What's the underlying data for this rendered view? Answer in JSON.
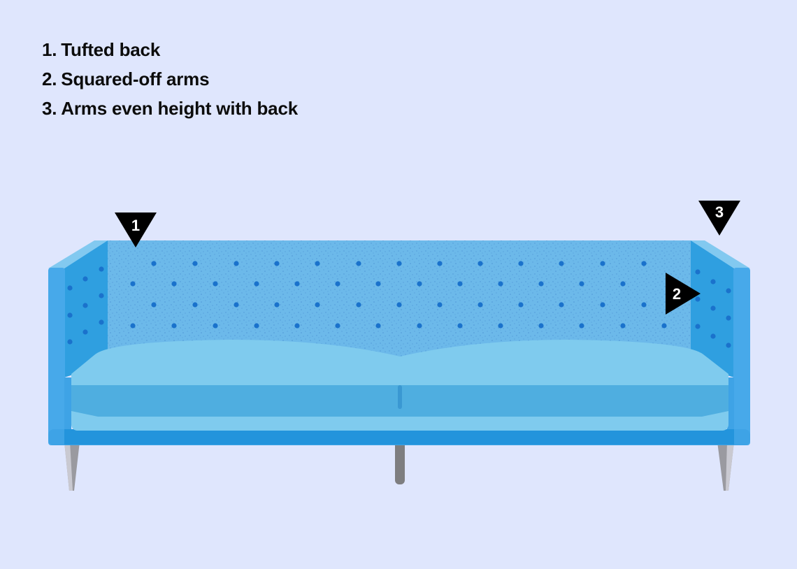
{
  "legend": [
    {
      "number": "1.",
      "label": "Tufted back"
    },
    {
      "number": "2.",
      "label": "Squared-off arms"
    },
    {
      "number": "3.",
      "label": "Arms even height with back"
    }
  ],
  "markers": [
    {
      "label": "1",
      "feature": "Tufted back"
    },
    {
      "label": "2",
      "feature": "Squared-off arms"
    },
    {
      "label": "3",
      "feature": "Arms even height with back"
    }
  ],
  "colors": {
    "background": "#dfe6fd",
    "sofa_frame": "#3ea3e6",
    "sofa_back": "#6cb9ea",
    "tuft_button": "#1a72cc",
    "cushion_light": "#7fcbee",
    "cushion_band": "#4faee0",
    "leg": "#9a9a9a",
    "marker": "#000000"
  }
}
